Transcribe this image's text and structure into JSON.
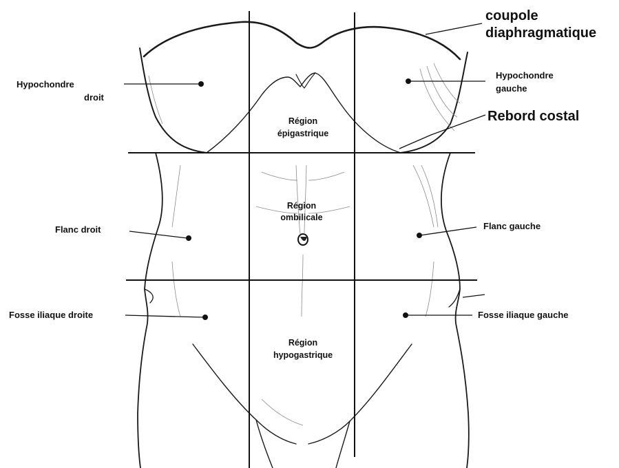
{
  "diagram": {
    "labels": {
      "coupole_line1": "coupole",
      "coupole_line2": "diaphragmatique",
      "rebord_costal": "Rebord costal",
      "hypochondre_droit_line1": "Hypochondre",
      "hypochondre_droit_line2": "droit",
      "hypochondre_gauche_line1": "Hypochondre",
      "hypochondre_gauche_line2": "gauche",
      "epigastrique_line1": "Région",
      "epigastrique_line2": "épigastrique",
      "ombilicale_line1": "Région",
      "ombilicale_line2": "ombilicale",
      "hypogastrique_line1": "Région",
      "hypogastrique_line2": "hypogastrique",
      "flanc_droit": "Flanc droit",
      "flanc_gauche": "Flanc gauche",
      "fosse_iliaque_droite": "Fosse iliaque droite",
      "fosse_iliaque_gauche": "Fosse iliaque gauche"
    },
    "colors": {
      "ink": "#111111",
      "shading": "#8a8a8a",
      "background": "#ffffff"
    }
  }
}
